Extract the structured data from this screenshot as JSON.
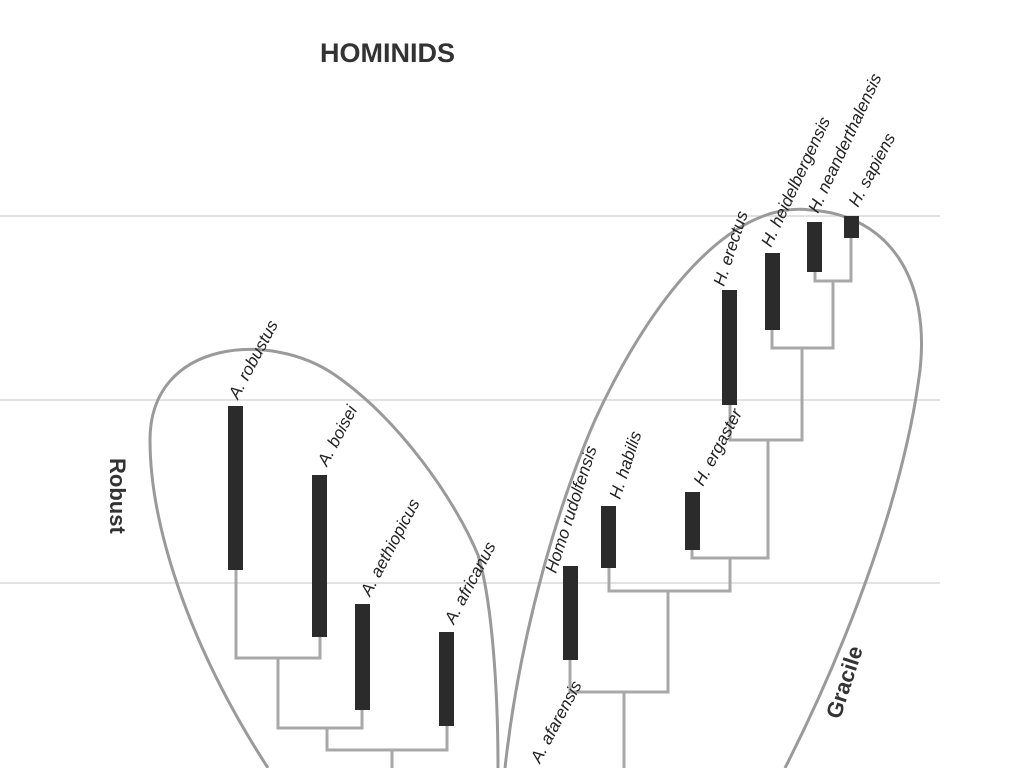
{
  "title": "HOMINIDS",
  "groups": {
    "robust": "Robust",
    "gracile": "Gracile"
  },
  "species": {
    "a_robustus": "A. robustus",
    "a_boisei": "A. boisei",
    "a_aethiopicus": "A. aethiopicus",
    "a_africanus": "A. africanus",
    "homo_rudolfensis": "Homo rudolfensis",
    "h_habilis": "H. habilis",
    "h_ergaster": "H. ergaster",
    "h_erectus": "H. erectus",
    "h_heidelbergensis": "H. heidelbergensis",
    "h_neanderthalensis": "H. neanderthalensis",
    "h_sapiens": "H. sapiens",
    "a_afarensis": "A. afarensis"
  },
  "colors": {
    "bar": "#2b2b2b",
    "branch": "#a8a8a8",
    "outline": "#9a9a9a",
    "gridline": "#d9d9d9",
    "text": "#222222"
  }
}
